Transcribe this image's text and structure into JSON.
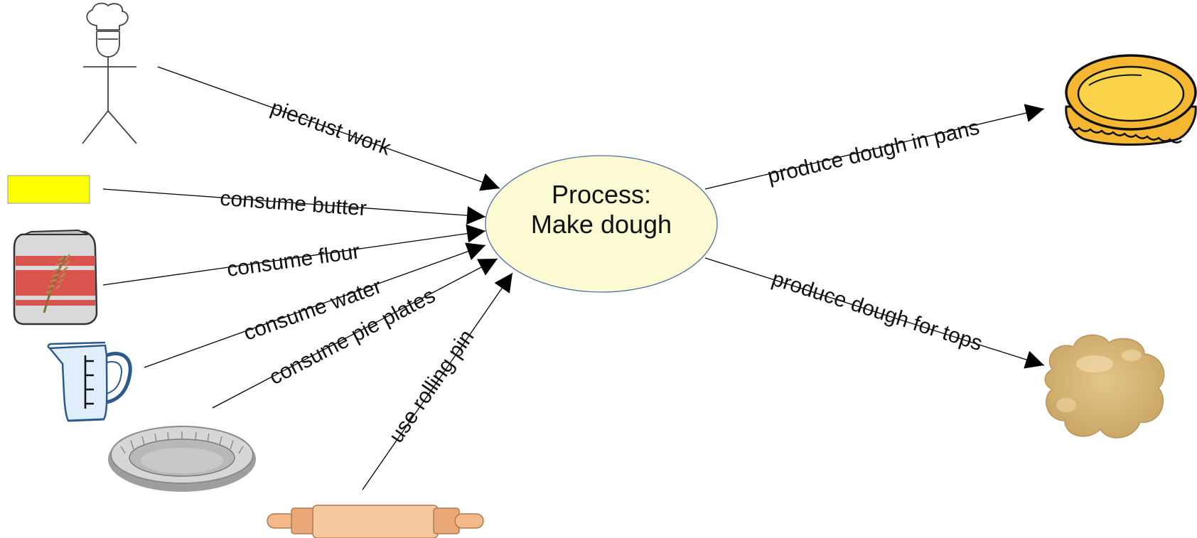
{
  "diagram": {
    "process": {
      "line1": "Process:",
      "line2": "Make dough"
    },
    "edges": {
      "piecrust_work": "piecrust work",
      "consume_butter": "consume butter",
      "consume_flour": "consume flour",
      "consume_water": "consume water",
      "consume_pie_plates": "consume pie plates",
      "use_rolling_pin": "use rolling pin",
      "produce_dough_in_pans": "produce dough in pans",
      "produce_dough_for_tops": "produce dough for tops"
    },
    "icons": [
      "chef-stick-figure-icon",
      "butter-block-icon",
      "flour-bag-icon",
      "measuring-cup-icon",
      "pie-plate-icon",
      "rolling-pin-icon",
      "pie-crust-icon",
      "dough-ball-icon"
    ],
    "colors": {
      "process_fill": "#fcfad2",
      "process_stroke": "#4a6ea8",
      "butter": "#ffff00",
      "line": "#000000"
    }
  }
}
